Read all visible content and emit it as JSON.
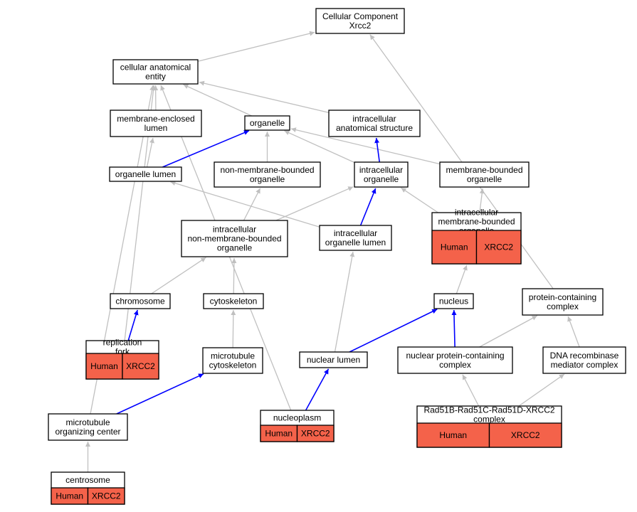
{
  "colors": {
    "annotation_fill": "#f4624a",
    "edge_gray": "#c0c0c0",
    "edge_blue": "#0000ff",
    "node_fill": "#ffffff",
    "node_stroke": "#000000"
  },
  "nodes": {
    "root": {
      "lines": [
        "Cellular Component",
        "Xrcc2"
      ]
    },
    "cae": {
      "lines": [
        "cellular anatomical",
        "entity"
      ]
    },
    "mel": {
      "lines": [
        "membrane-enclosed",
        "lumen"
      ]
    },
    "org": {
      "lines": [
        "organelle"
      ]
    },
    "ias": {
      "lines": [
        "intracellular",
        "anatomical structure"
      ]
    },
    "orglum": {
      "lines": [
        "organelle lumen"
      ]
    },
    "nmbo": {
      "lines": [
        "non-membrane-bounded",
        "organelle"
      ]
    },
    "io": {
      "lines": [
        "intracellular",
        "organelle"
      ]
    },
    "mbo": {
      "lines": [
        "membrane-bounded",
        "organelle"
      ]
    },
    "inmbo": {
      "lines": [
        "intracellular",
        "non-membrane-bounded",
        "organelle"
      ]
    },
    "iol": {
      "lines": [
        "intracellular",
        "organelle lumen"
      ]
    },
    "imbo": {
      "lines": [
        "intracellular",
        "membrane-bounded",
        "organelle"
      ],
      "annotations": [
        "Human",
        "XRCC2"
      ]
    },
    "chrom": {
      "lines": [
        "chromosome"
      ]
    },
    "cyto": {
      "lines": [
        "cytoskeleton"
      ]
    },
    "nucleus": {
      "lines": [
        "nucleus"
      ]
    },
    "pcc": {
      "lines": [
        "protein-containing",
        "complex"
      ]
    },
    "rfork": {
      "lines": [
        "replication",
        "fork"
      ],
      "annotations": [
        "Human",
        "XRCC2"
      ]
    },
    "mtcyto": {
      "lines": [
        "microtubule",
        "cytoskeleton"
      ]
    },
    "nlumen": {
      "lines": [
        "nuclear lumen"
      ]
    },
    "npcc": {
      "lines": [
        "nuclear protein-containing",
        "complex"
      ]
    },
    "drmc": {
      "lines": [
        "DNA recombinase",
        "mediator complex"
      ]
    },
    "mtoc": {
      "lines": [
        "microtubule",
        "organizing center"
      ]
    },
    "nucleo": {
      "lines": [
        "nucleoplasm"
      ],
      "annotations": [
        "Human",
        "XRCC2"
      ]
    },
    "rad51": {
      "lines": [
        "Rad51B-Rad51C-Rad51D-XRCC2",
        "complex"
      ],
      "annotations": [
        "Human",
        "XRCC2"
      ]
    },
    "centro": {
      "lines": [
        "centrosome"
      ],
      "annotations": [
        "Human",
        "XRCC2"
      ]
    }
  },
  "edges": [
    {
      "from": "cae",
      "to": "root",
      "color": "gray"
    },
    {
      "from": "pcc",
      "to": "root",
      "color": "gray"
    },
    {
      "from": "mel",
      "to": "cae",
      "color": "gray"
    },
    {
      "from": "org",
      "to": "cae",
      "color": "gray"
    },
    {
      "from": "ias",
      "to": "cae",
      "color": "gray"
    },
    {
      "from": "mtoc",
      "to": "cae",
      "color": "gray"
    },
    {
      "from": "nucleo",
      "to": "cae",
      "color": "gray"
    },
    {
      "from": "rfork",
      "to": "cae",
      "color": "gray"
    },
    {
      "from": "orglum",
      "to": "mel",
      "color": "gray"
    },
    {
      "from": "orglum",
      "to": "org",
      "color": "blue"
    },
    {
      "from": "nmbo",
      "to": "org",
      "color": "gray"
    },
    {
      "from": "io",
      "to": "org",
      "color": "gray"
    },
    {
      "from": "mbo",
      "to": "org",
      "color": "gray"
    },
    {
      "from": "io",
      "to": "ias",
      "color": "blue"
    },
    {
      "from": "inmbo",
      "to": "nmbo",
      "color": "gray"
    },
    {
      "from": "inmbo",
      "to": "io",
      "color": "gray"
    },
    {
      "from": "iol",
      "to": "orglum",
      "color": "gray"
    },
    {
      "from": "iol",
      "to": "io",
      "color": "blue"
    },
    {
      "from": "imbo",
      "to": "io",
      "color": "gray"
    },
    {
      "from": "imbo",
      "to": "mbo",
      "color": "gray"
    },
    {
      "from": "chrom",
      "to": "inmbo",
      "color": "gray"
    },
    {
      "from": "cyto",
      "to": "inmbo",
      "color": "gray"
    },
    {
      "from": "nucleus",
      "to": "imbo",
      "color": "gray"
    },
    {
      "from": "rfork",
      "to": "chrom",
      "color": "blue"
    },
    {
      "from": "mtcyto",
      "to": "cyto",
      "color": "gray"
    },
    {
      "from": "nlumen",
      "to": "iol",
      "color": "gray"
    },
    {
      "from": "nlumen",
      "to": "nucleus",
      "color": "blue"
    },
    {
      "from": "npcc",
      "to": "nucleus",
      "color": "blue"
    },
    {
      "from": "npcc",
      "to": "pcc",
      "color": "gray"
    },
    {
      "from": "drmc",
      "to": "pcc",
      "color": "gray"
    },
    {
      "from": "mtoc",
      "to": "mtcyto",
      "color": "blue"
    },
    {
      "from": "nucleo",
      "to": "nlumen",
      "color": "blue"
    },
    {
      "from": "rad51",
      "to": "npcc",
      "color": "gray"
    },
    {
      "from": "rad51",
      "to": "drmc",
      "color": "gray"
    },
    {
      "from": "centro",
      "to": "mtoc",
      "color": "gray"
    }
  ]
}
